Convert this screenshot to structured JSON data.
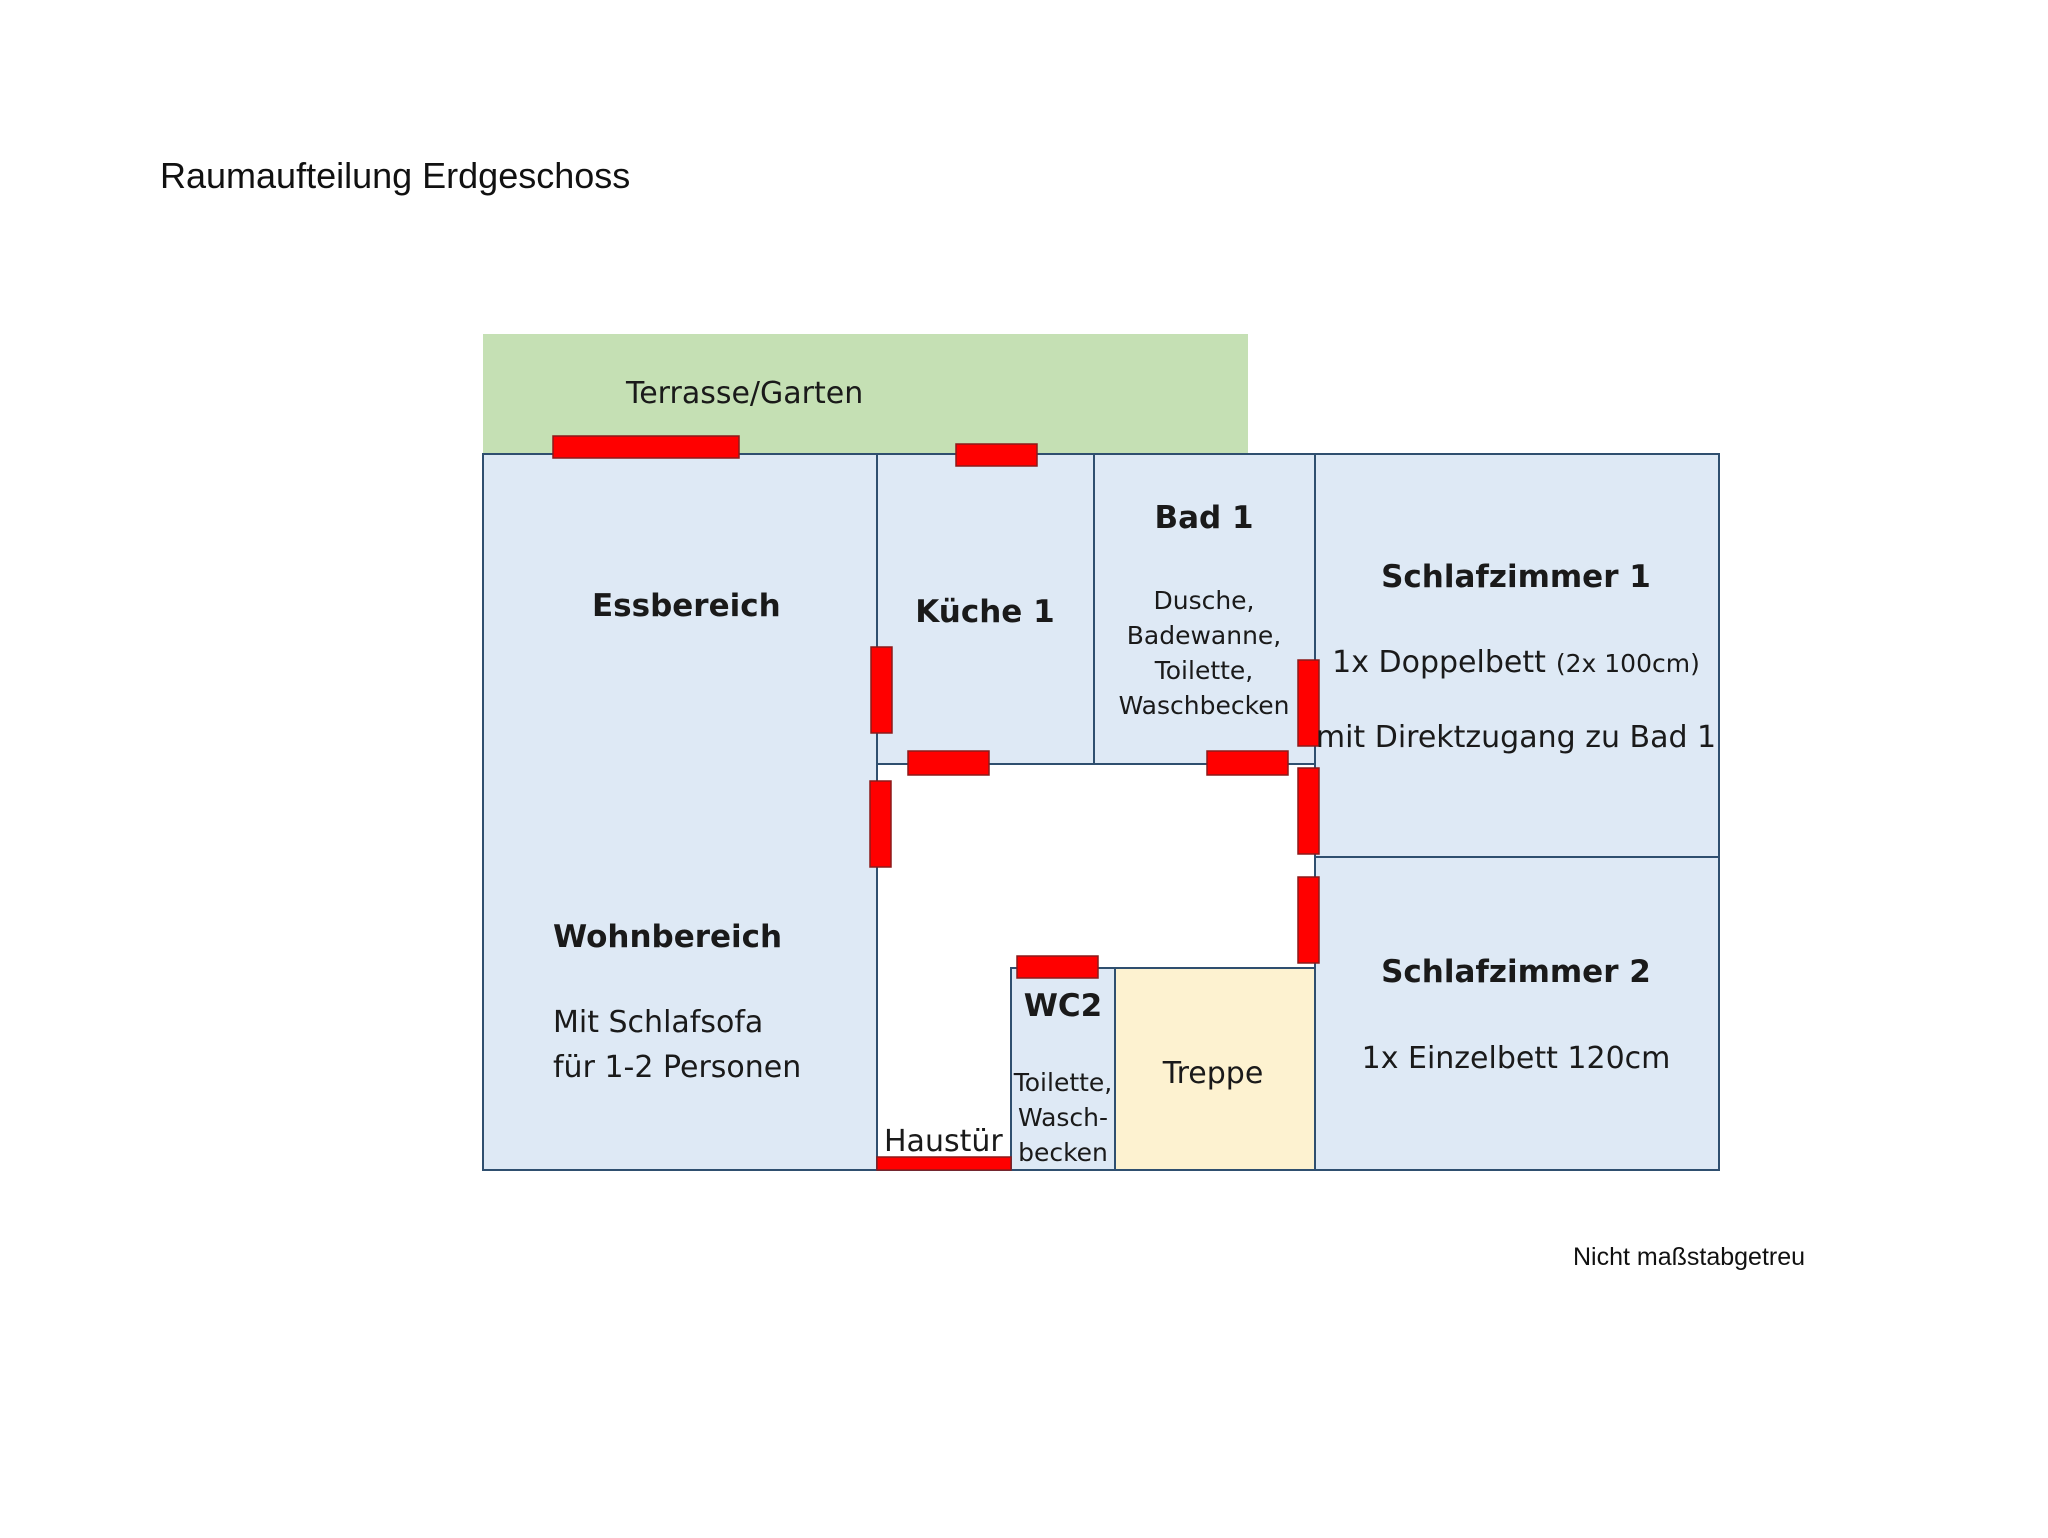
{
  "title": "Raumaufteilung Erdgeschoss",
  "note": "Nicht maßstabgetreu",
  "colors": {
    "room": "#dee9f5",
    "garden": "#c5e0b4",
    "stairs": "#fdf2d0",
    "wall": "#2f4f6f",
    "door": "#ff0000"
  },
  "rooms": {
    "terrace": {
      "name": "Terrasse/Garten"
    },
    "dining": {
      "name": "Essbereich"
    },
    "living": {
      "name": "Wohnbereich",
      "desc_line1": "Mit Schlafsofa",
      "desc_line2": "für 1-2 Personen"
    },
    "kitchen": {
      "name": "Küche 1"
    },
    "bath1": {
      "name": "Bad 1",
      "desc_line1": "Dusche,",
      "desc_line2": "Badewanne,",
      "desc_line3": "Toilette,",
      "desc_line4": "Waschbecken"
    },
    "bedroom1": {
      "name": "Schlafzimmer 1",
      "desc_line1": "1x Doppelbett",
      "desc_line1_small": "(2x 100cm)",
      "desc_line2": "mit Direktzugang zu Bad 1"
    },
    "bedroom2": {
      "name": "Schlafzimmer 2",
      "desc_line1": "1x Einzelbett 120cm"
    },
    "wc2": {
      "name": "WC2",
      "desc_line1": "Toilette,",
      "desc_line2": "Wasch-",
      "desc_line3": "becken"
    },
    "stairs": {
      "name": "Treppe"
    },
    "entrance": {
      "name": "Haustür"
    }
  }
}
